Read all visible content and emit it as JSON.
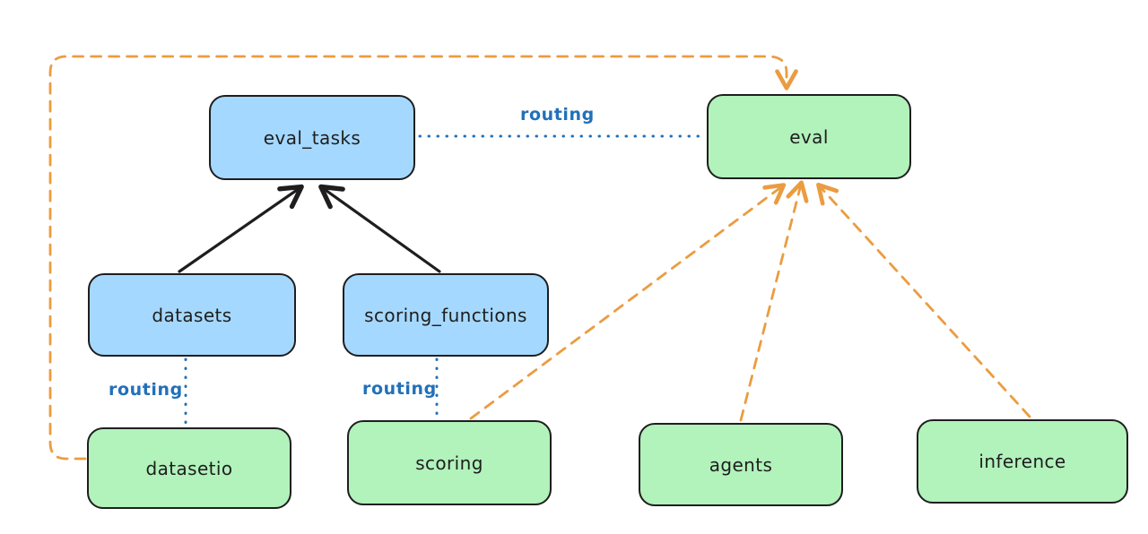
{
  "diagram": {
    "background": "#ffffff",
    "colors": {
      "blue_node_fill": "#a5d8ff",
      "green_node_fill": "#b2f2bb",
      "node_border": "#1e1e1e",
      "solid_arrow": "#1e1e1e",
      "routing_blue": "#2270b8",
      "dashed_orange": "#eb9c40"
    },
    "nodes": {
      "eval_tasks": {
        "label": "eval_tasks",
        "kind": "blue"
      },
      "eval": {
        "label": "eval",
        "kind": "green"
      },
      "datasets": {
        "label": "datasets",
        "kind": "blue"
      },
      "scoring_functions": {
        "label": "scoring_functions",
        "kind": "blue"
      },
      "datasetio": {
        "label": "datasetio",
        "kind": "green"
      },
      "scoring": {
        "label": "scoring",
        "kind": "green"
      },
      "agents": {
        "label": "agents",
        "kind": "green"
      },
      "inference": {
        "label": "inference",
        "kind": "green"
      }
    },
    "edge_labels": {
      "eval_tasks_to_eval": "routing",
      "datasets_to_datasetio": "routing",
      "scoring_functions_to_scoring": "routing"
    },
    "edges": [
      {
        "from": "datasets",
        "to": "eval_tasks",
        "style": "solid",
        "color": "#1e1e1e",
        "arrowhead": "end"
      },
      {
        "from": "scoring_functions",
        "to": "eval_tasks",
        "style": "solid",
        "color": "#1e1e1e",
        "arrowhead": "end"
      },
      {
        "from": "eval_tasks",
        "to": "eval",
        "style": "dotted",
        "color": "#2270b8",
        "label": "routing",
        "arrowhead": "none"
      },
      {
        "from": "datasets",
        "to": "datasetio",
        "style": "dotted",
        "color": "#2270b8",
        "label": "routing",
        "arrowhead": "none"
      },
      {
        "from": "scoring_functions",
        "to": "scoring",
        "style": "dotted",
        "color": "#2270b8",
        "label": "routing",
        "arrowhead": "none"
      },
      {
        "from": "scoring",
        "to": "eval",
        "style": "dashed",
        "color": "#eb9c40",
        "arrowhead": "end"
      },
      {
        "from": "agents",
        "to": "eval",
        "style": "dashed",
        "color": "#eb9c40",
        "arrowhead": "end"
      },
      {
        "from": "inference",
        "to": "eval",
        "style": "dashed",
        "color": "#eb9c40",
        "arrowhead": "end"
      },
      {
        "from": "datasetio",
        "to": "eval",
        "style": "dashed",
        "color": "#eb9c40",
        "arrowhead": "end",
        "route": "elbow-left-top"
      }
    ]
  }
}
